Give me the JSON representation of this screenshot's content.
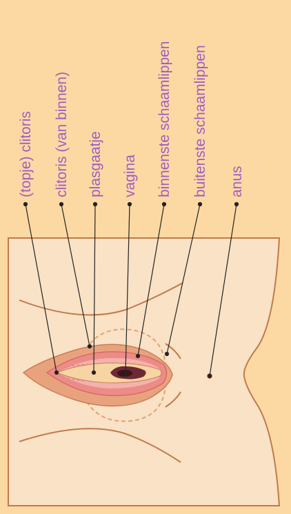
{
  "colors": {
    "background": "#fcd9a3",
    "panel": "#f9e2c5",
    "outline": "#c0794a",
    "label": "#a05cc0",
    "leader": "#222222",
    "outer_labia": "#e8a37e",
    "inner_labia": "#ec8c86",
    "inner_labia_light": "#f4b2ae",
    "vestibule": "#f6d4a4",
    "vagina_opening": "#6b2a33"
  },
  "labels": [
    {
      "key": "clitoris_tip",
      "text": "(topje) clitoris"
    },
    {
      "key": "clitoris_inner",
      "text": "clitoris (van binnen)"
    },
    {
      "key": "urethra",
      "text": "plasgaatje"
    },
    {
      "key": "vagina",
      "text": "vagina"
    },
    {
      "key": "inner_labia",
      "text": "binnenste schaamlippen"
    },
    {
      "key": "outer_labia",
      "text": "buitenste schaamlippen"
    },
    {
      "key": "anus",
      "text": "anus"
    }
  ]
}
